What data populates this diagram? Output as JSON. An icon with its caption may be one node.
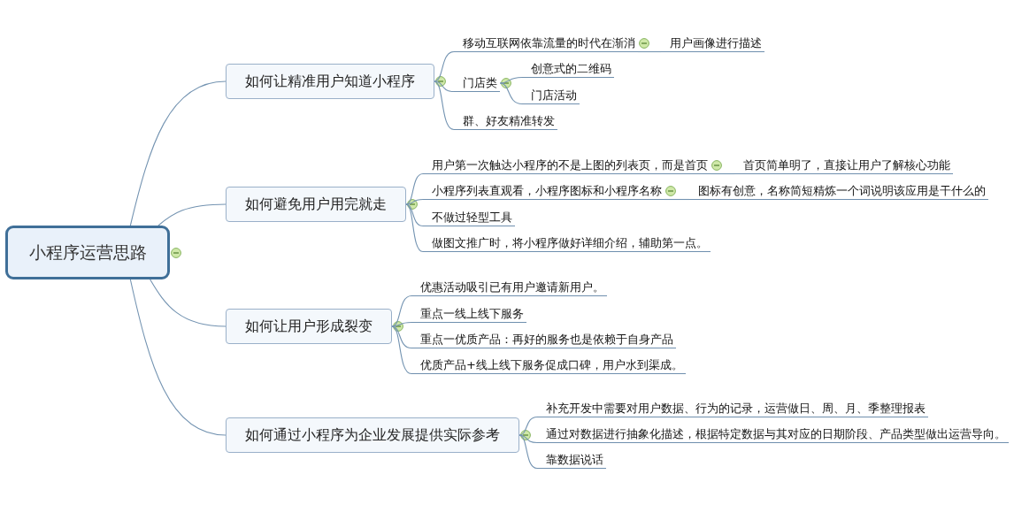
{
  "diagram": {
    "nodes": [
      {
        "text": [
          "小程序运营思路"
        ]
      },
      {
        "text": [
          "如何让精准用户知道小程序"
        ]
      },
      {
        "text": [
          "移动互联网依靠流量的时代在渐消"
        ]
      },
      {
        "text": [
          "用户画像进行描述"
        ]
      },
      {
        "text": [
          "门店类"
        ]
      },
      {
        "text": [
          "创意式的二维码"
        ]
      },
      {
        "text": [
          "门店活动"
        ]
      },
      {
        "text": [
          "群、好友精准转发"
        ]
      },
      {
        "text": [
          "如何避免用户用完就走"
        ]
      },
      {
        "text": [
          "用户第一次触达小程序的不是上图的列表页，而是首页"
        ]
      },
      {
        "text": [
          "首页简单明了，直接让用户了解核心功能"
        ]
      },
      {
        "text": [
          "小程序列表直观看，小程序图标和小程序名称"
        ]
      },
      {
        "text": [
          "图标有创意，名称简短精炼一个词说明该应用是干什么的"
        ]
      },
      {
        "text": [
          "不做过轻型工具"
        ]
      },
      {
        "text": [
          "做图文推广时，将小程序做好详细介绍，辅助第一点。"
        ]
      },
      {
        "text": [
          "如何让用户形成裂变"
        ]
      },
      {
        "text": [
          "优惠活动吸引已有用户邀请新用户。"
        ]
      },
      {
        "text": [
          "重点一线上线下服务"
        ]
      },
      {
        "text": [
          "重点一优质产品：再好的服务也是依赖于自身产品"
        ]
      },
      {
        "text": [
          "优质产品+线上线下服务促成口碑，用户水到渠成。"
        ]
      },
      {
        "text": [
          "如何通过小程序为企业发展提供实际参考"
        ]
      },
      {
        "text": [
          "补充开发中需要对用户数据、行为的记录，运营做日、周、月、季整理报表"
        ]
      },
      {
        "text": [
          "通过对数据进行抽象化描述，根据特定数据与其对应的日期阶段、产品类型做出运营导向。"
        ]
      },
      {
        "text": [
          "靠数据说话"
        ]
      }
    ],
    "edges": [
      {
        "from": 0,
        "to": 1,
        "arrow": "none"
      },
      {
        "from": 0,
        "to": 8,
        "arrow": "none"
      },
      {
        "from": 0,
        "to": 15,
        "arrow": "none"
      },
      {
        "from": 0,
        "to": 20,
        "arrow": "none"
      },
      {
        "from": 1,
        "to": 2,
        "arrow": "none"
      },
      {
        "from": 2,
        "to": 3,
        "arrow": "none"
      },
      {
        "from": 1,
        "to": 4,
        "arrow": "none"
      },
      {
        "from": 4,
        "to": 5,
        "arrow": "none"
      },
      {
        "from": 4,
        "to": 6,
        "arrow": "none"
      },
      {
        "from": 1,
        "to": 7,
        "arrow": "none"
      },
      {
        "from": 8,
        "to": 9,
        "arrow": "none"
      },
      {
        "from": 9,
        "to": 10,
        "arrow": "none"
      },
      {
        "from": 8,
        "to": 11,
        "arrow": "none"
      },
      {
        "from": 11,
        "to": 12,
        "arrow": "none"
      },
      {
        "from": 8,
        "to": 13,
        "arrow": "none"
      },
      {
        "from": 8,
        "to": 14,
        "arrow": "none"
      },
      {
        "from": 15,
        "to": 16,
        "arrow": "none"
      },
      {
        "from": 15,
        "to": 17,
        "arrow": "none"
      },
      {
        "from": 15,
        "to": 18,
        "arrow": "none"
      },
      {
        "from": 15,
        "to": 19,
        "arrow": "none"
      },
      {
        "from": 20,
        "to": 21,
        "arrow": "none"
      },
      {
        "from": 20,
        "to": 22,
        "arrow": "none"
      },
      {
        "from": 20,
        "to": 23,
        "arrow": "none"
      }
    ]
  }
}
